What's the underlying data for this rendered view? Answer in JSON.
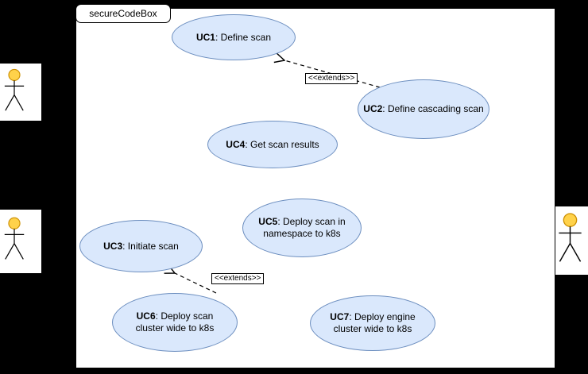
{
  "system": {
    "label": "secureCodeBox"
  },
  "use_cases": [
    {
      "id": "UC1",
      "desc": ": Define scan"
    },
    {
      "id": "UC2",
      "desc": ": Define cascading scan"
    },
    {
      "id": "UC3",
      "desc": ": Initiate scan"
    },
    {
      "id": "UC4",
      "desc": ": Get scan results"
    },
    {
      "id": "UC5",
      "desc": ": Deploy scan in namespace to k8s"
    },
    {
      "id": "UC6",
      "desc": ": Deploy scan cluster wide to k8s"
    },
    {
      "id": "UC7",
      "desc": ": Deploy engine cluster wide to k8s"
    }
  ],
  "relations": [
    {
      "label": "<<extends>>",
      "from": "UC2",
      "to": "UC1"
    },
    {
      "label": "<<extends>>",
      "from": "UC6",
      "to": "UC3"
    }
  ],
  "actors": [
    {
      "name": "actor-left-top"
    },
    {
      "name": "actor-left-bottom"
    },
    {
      "name": "actor-right"
    }
  ],
  "colors": {
    "usecase_fill": "#dae8fc",
    "usecase_stroke": "#6c8ebf",
    "actor_head": "#ffd24a",
    "actor_head_stroke": "#cc8f00",
    "background": "#000000",
    "canvas": "#ffffff"
  }
}
